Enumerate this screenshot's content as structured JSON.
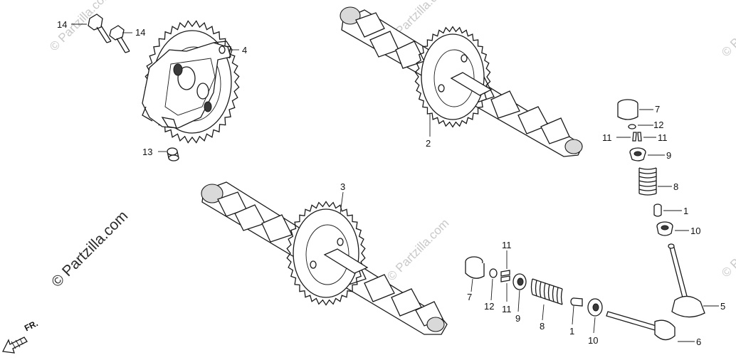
{
  "diagram": {
    "callouts": {
      "c1a": "1",
      "c1b": "1",
      "c2": "2",
      "c3": "3",
      "c4": "4",
      "c5": "5",
      "c6": "6",
      "c7a": "7",
      "c7b": "7",
      "c8a": "8",
      "c8b": "8",
      "c9a": "9",
      "c9b": "9",
      "c10a": "10",
      "c10b": "10",
      "c11a": "11",
      "c11b": "11",
      "c11c": "11",
      "c11d": "11",
      "c12a": "12",
      "c12b": "12",
      "c13": "13",
      "c14a": "14",
      "c14b": "14"
    },
    "direction_label": "FR.",
    "watermark_main": "© Partzilla.com",
    "watermark_faint": "© Partzilla.com"
  }
}
